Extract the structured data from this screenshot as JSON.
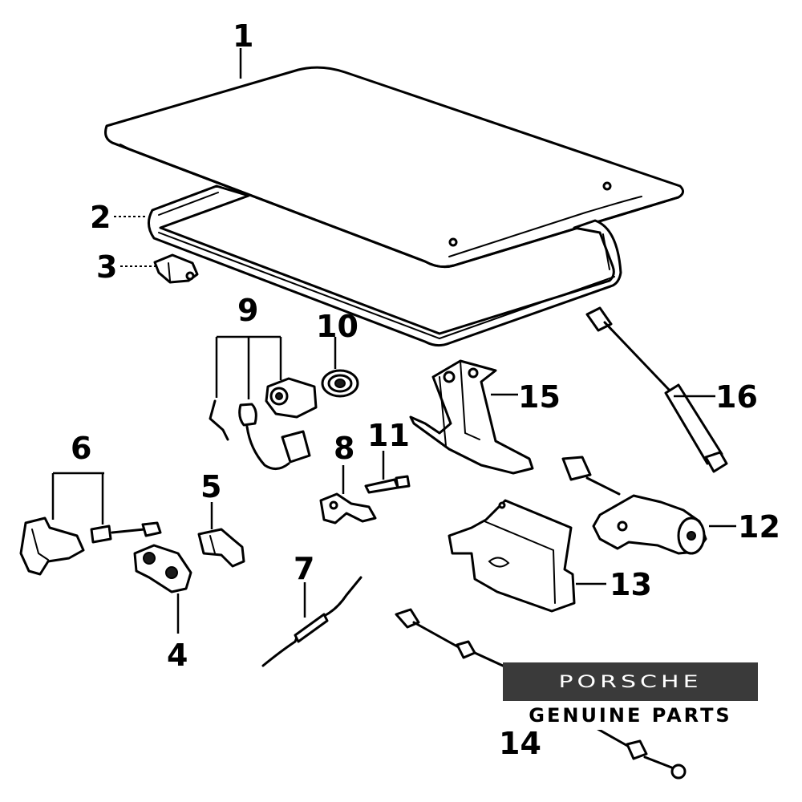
{
  "callouts": {
    "c1": "1",
    "c2": "2",
    "c3": "3",
    "c4": "4",
    "c5": "5",
    "c6": "6",
    "c7": "7",
    "c8": "8",
    "c9": "9",
    "c10": "10",
    "c11": "11",
    "c12": "12",
    "c13": "13",
    "c14": "14",
    "c15": "15",
    "c16": "16"
  },
  "logo": {
    "brand": "PORSCHE",
    "tagline": "GENUINE PARTS"
  },
  "colors": {
    "ink": "#000000",
    "background": "#ffffff",
    "logo_bar": "#3a3a3a"
  }
}
